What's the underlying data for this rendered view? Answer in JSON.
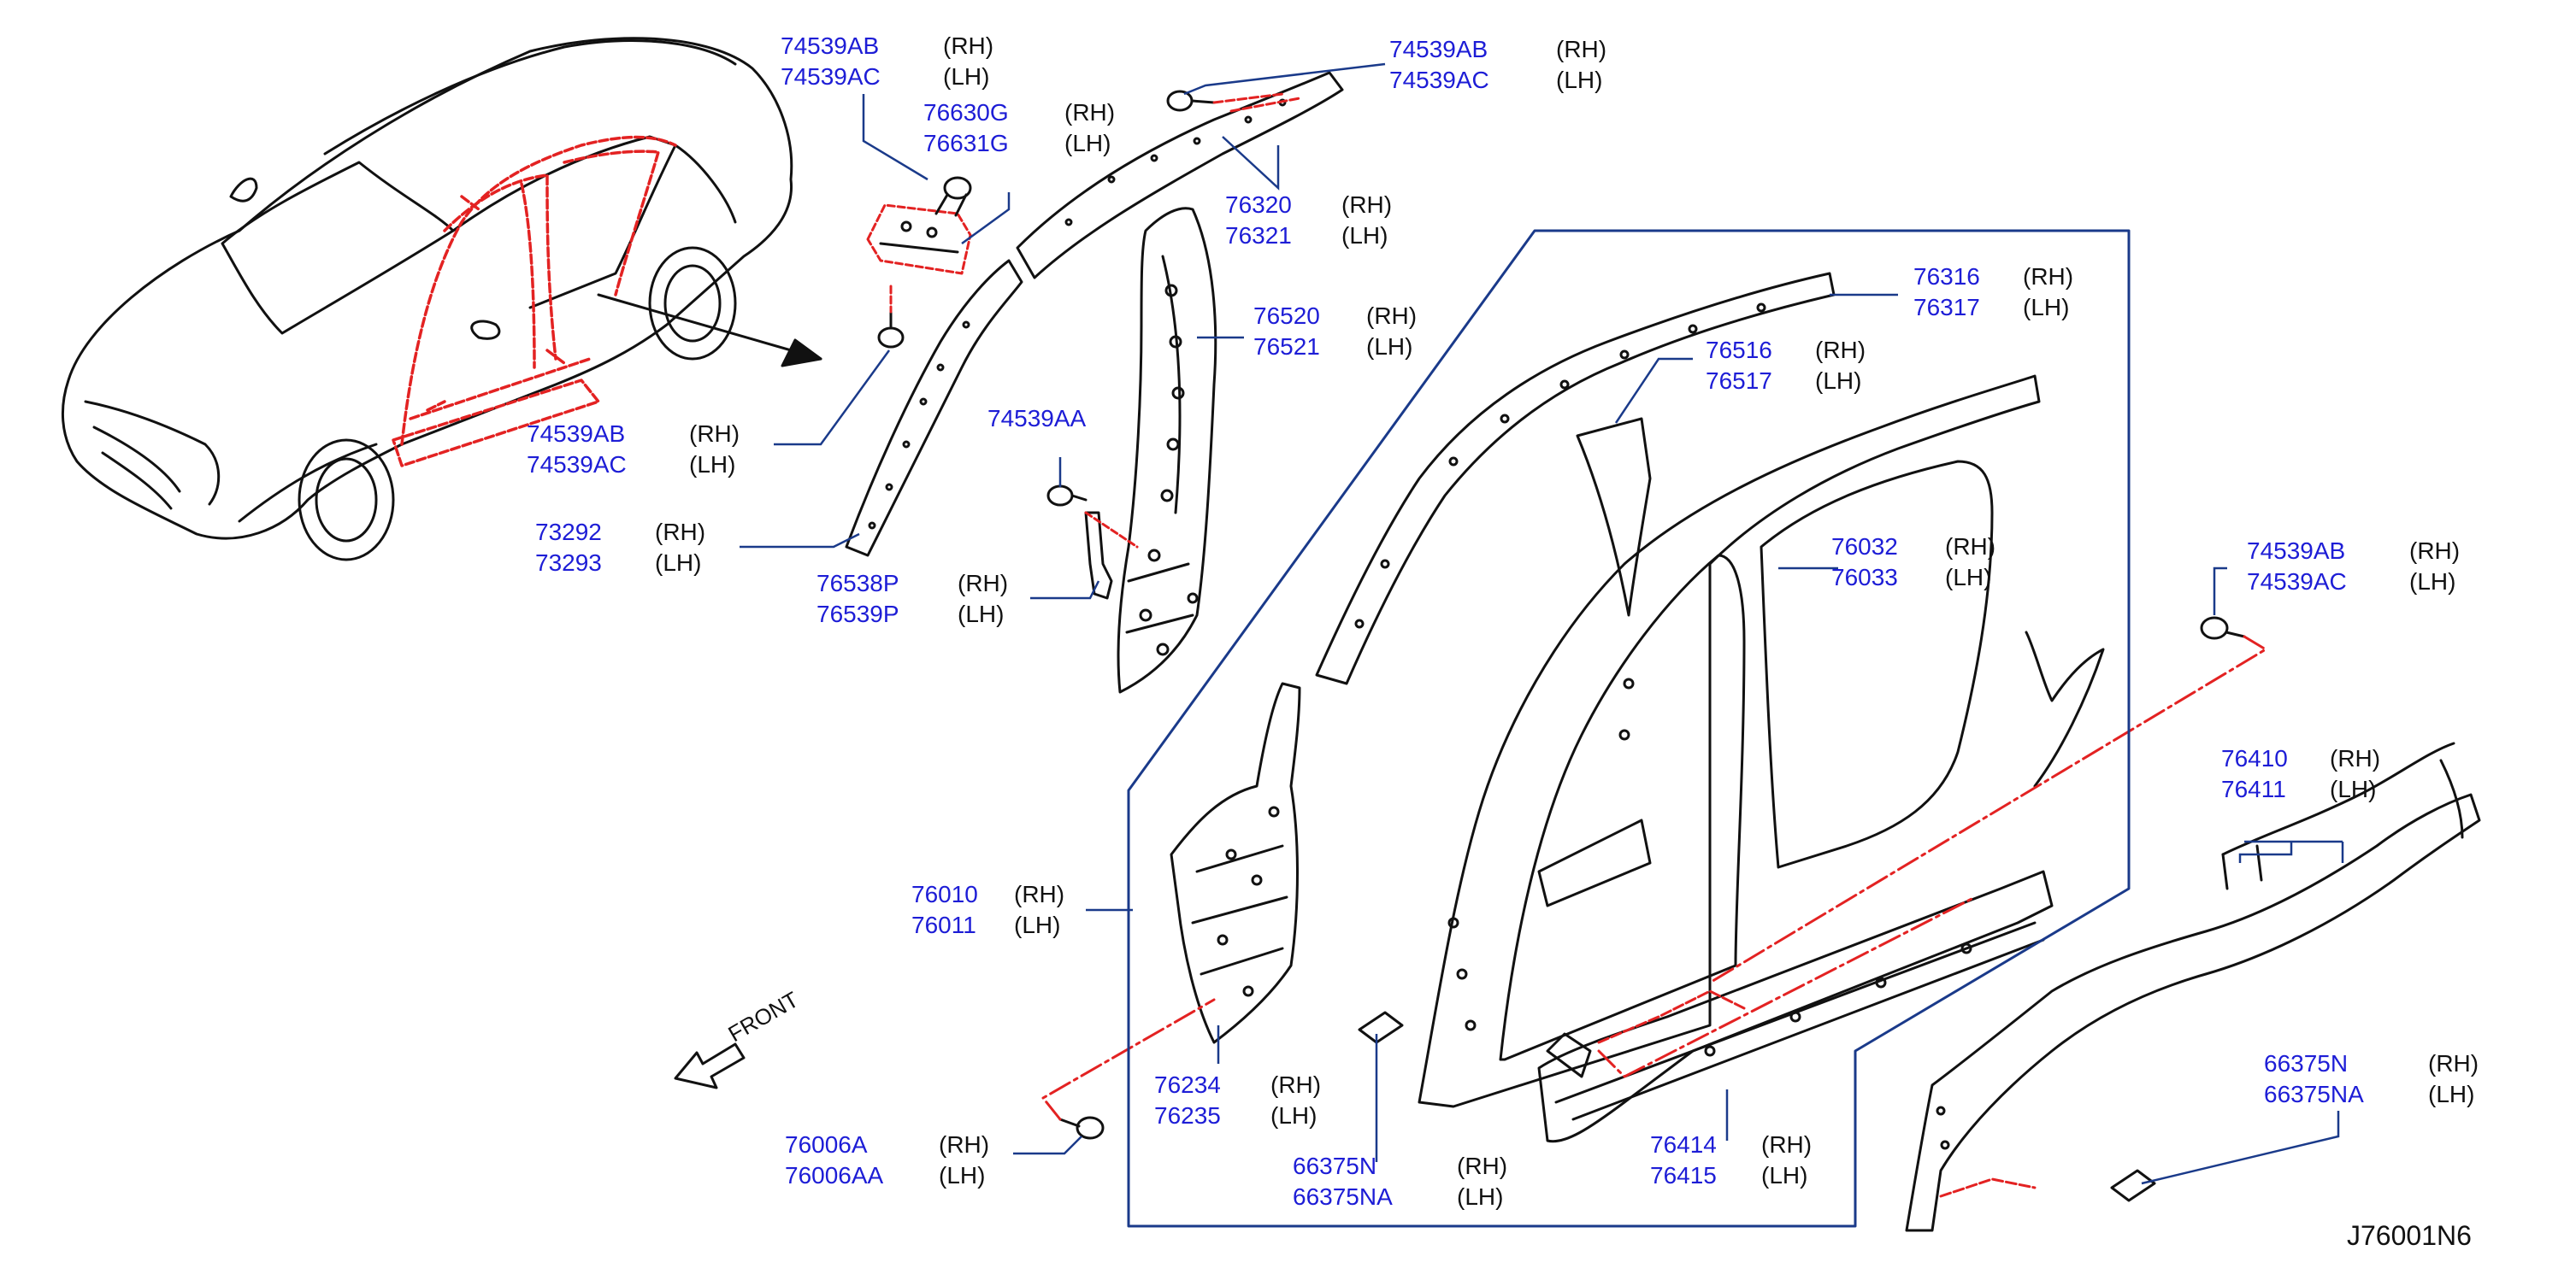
{
  "colors": {
    "part_number": "#1d1dd6",
    "leader": "#1a3a8a",
    "highlight": "#e32222",
    "ink": "#111111"
  },
  "diagram_code": "J76001N6",
  "front_label": "FRONT",
  "callouts": [
    {
      "rh": "74539AB",
      "lh": "74539AC",
      "rh_side": "(RH)",
      "lh_side": "(LH)"
    },
    {
      "rh": "76630G",
      "lh": "76631G",
      "rh_side": "(RH)",
      "lh_side": "(LH)"
    },
    {
      "rh": "74539AB",
      "lh": "74539AC",
      "rh_side": "(RH)",
      "lh_side": "(LH)"
    },
    {
      "rh": "76320",
      "lh": "76321",
      "rh_side": "(RH)",
      "lh_side": "(LH)"
    },
    {
      "rh": "76316",
      "lh": "76317",
      "rh_side": "(RH)",
      "lh_side": "(LH)"
    },
    {
      "rh": "76520",
      "lh": "76521",
      "rh_side": "(RH)",
      "lh_side": "(LH)"
    },
    {
      "rh": "76516",
      "lh": "76517",
      "rh_side": "(RH)",
      "lh_side": "(LH)"
    },
    {
      "rh": "74539AB",
      "lh": "74539AC",
      "rh_side": "(RH)",
      "lh_side": "(LH)"
    },
    {
      "rh": "73292",
      "lh": "73293",
      "rh_side": "(RH)",
      "lh_side": "(LH)"
    },
    {
      "single": "74539AA"
    },
    {
      "rh": "76538P",
      "lh": "76539P",
      "rh_side": "(RH)",
      "lh_side": "(LH)"
    },
    {
      "rh": "76032",
      "lh": "76033",
      "rh_side": "(RH)",
      "lh_side": "(LH)"
    },
    {
      "rh": "74539AB",
      "lh": "74539AC",
      "rh_side": "(RH)",
      "lh_side": "(LH)"
    },
    {
      "rh": "76410",
      "lh": "76411",
      "rh_side": "(RH)",
      "lh_side": "(LH)"
    },
    {
      "rh": "76010",
      "lh": "76011",
      "rh_side": "(RH)",
      "lh_side": "(LH)"
    },
    {
      "rh": "76234",
      "lh": "76235",
      "rh_side": "(RH)",
      "lh_side": "(LH)"
    },
    {
      "rh": "66375N",
      "lh": "66375NA",
      "rh_side": "(RH)",
      "lh_side": "(LH)"
    },
    {
      "rh": "76414",
      "lh": "76415",
      "rh_side": "(RH)",
      "lh_side": "(LH)"
    },
    {
      "rh": "66375N",
      "lh": "66375NA",
      "rh_side": "(RH)",
      "lh_side": "(LH)"
    },
    {
      "rh": "76006A",
      "lh": "76006AA",
      "rh_side": "(RH)",
      "lh_side": "(LH)"
    }
  ]
}
